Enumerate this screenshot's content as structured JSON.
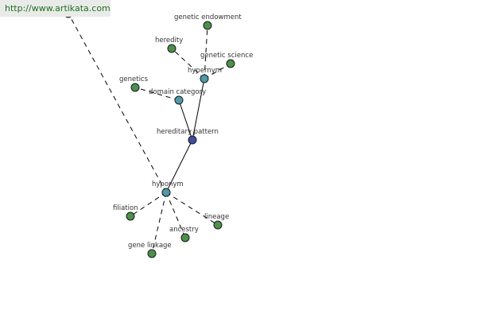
{
  "watermark": "http://www.artikata.com",
  "colors": {
    "leaf": "#4e8f4e",
    "relation": "#4f9aa7",
    "root": "#3f4fa0",
    "edge": "#000000"
  },
  "nodes": [
    {
      "id": "top-node",
      "label": "",
      "kind": "leaf"
    },
    {
      "id": "genetic-endowment",
      "label": "genetic endowment",
      "kind": "leaf"
    },
    {
      "id": "heredity",
      "label": "heredity",
      "kind": "leaf"
    },
    {
      "id": "genetic-science",
      "label": "genetic science",
      "kind": "leaf"
    },
    {
      "id": "hypernym",
      "label": "hypernym",
      "kind": "relation"
    },
    {
      "id": "genetics",
      "label": "genetics",
      "kind": "leaf"
    },
    {
      "id": "domain-category",
      "label": "domain category",
      "kind": "relation"
    },
    {
      "id": "hereditary-pattern",
      "label": "hereditary pattern",
      "kind": "root"
    },
    {
      "id": "hyponym",
      "label": "hyponym",
      "kind": "relation"
    },
    {
      "id": "filiation",
      "label": "filiation",
      "kind": "leaf"
    },
    {
      "id": "lineage",
      "label": "lineage",
      "kind": "leaf"
    },
    {
      "id": "ancestry",
      "label": "ancestry",
      "kind": "leaf"
    },
    {
      "id": "gene-linkage",
      "label": "gene linkage",
      "kind": "leaf"
    }
  ],
  "edges": [
    {
      "from": "hereditary-pattern",
      "to": "hypernym",
      "style": "solid"
    },
    {
      "from": "hereditary-pattern",
      "to": "domain-category",
      "style": "solid"
    },
    {
      "from": "hereditary-pattern",
      "to": "hyponym",
      "style": "solid"
    },
    {
      "from": "hypernym",
      "to": "genetic-endowment",
      "style": "dashed"
    },
    {
      "from": "hypernym",
      "to": "heredity",
      "style": "dashed"
    },
    {
      "from": "hypernym",
      "to": "genetic-science",
      "style": "dashed"
    },
    {
      "from": "domain-category",
      "to": "genetics",
      "style": "dashed"
    },
    {
      "from": "hyponym",
      "to": "top-node",
      "style": "dashed"
    },
    {
      "from": "hyponym",
      "to": "filiation",
      "style": "dashed"
    },
    {
      "from": "hyponym",
      "to": "lineage",
      "style": "dashed"
    },
    {
      "from": "hyponym",
      "to": "ancestry",
      "style": "dashed"
    },
    {
      "from": "hyponym",
      "to": "gene-linkage",
      "style": "dashed"
    }
  ]
}
